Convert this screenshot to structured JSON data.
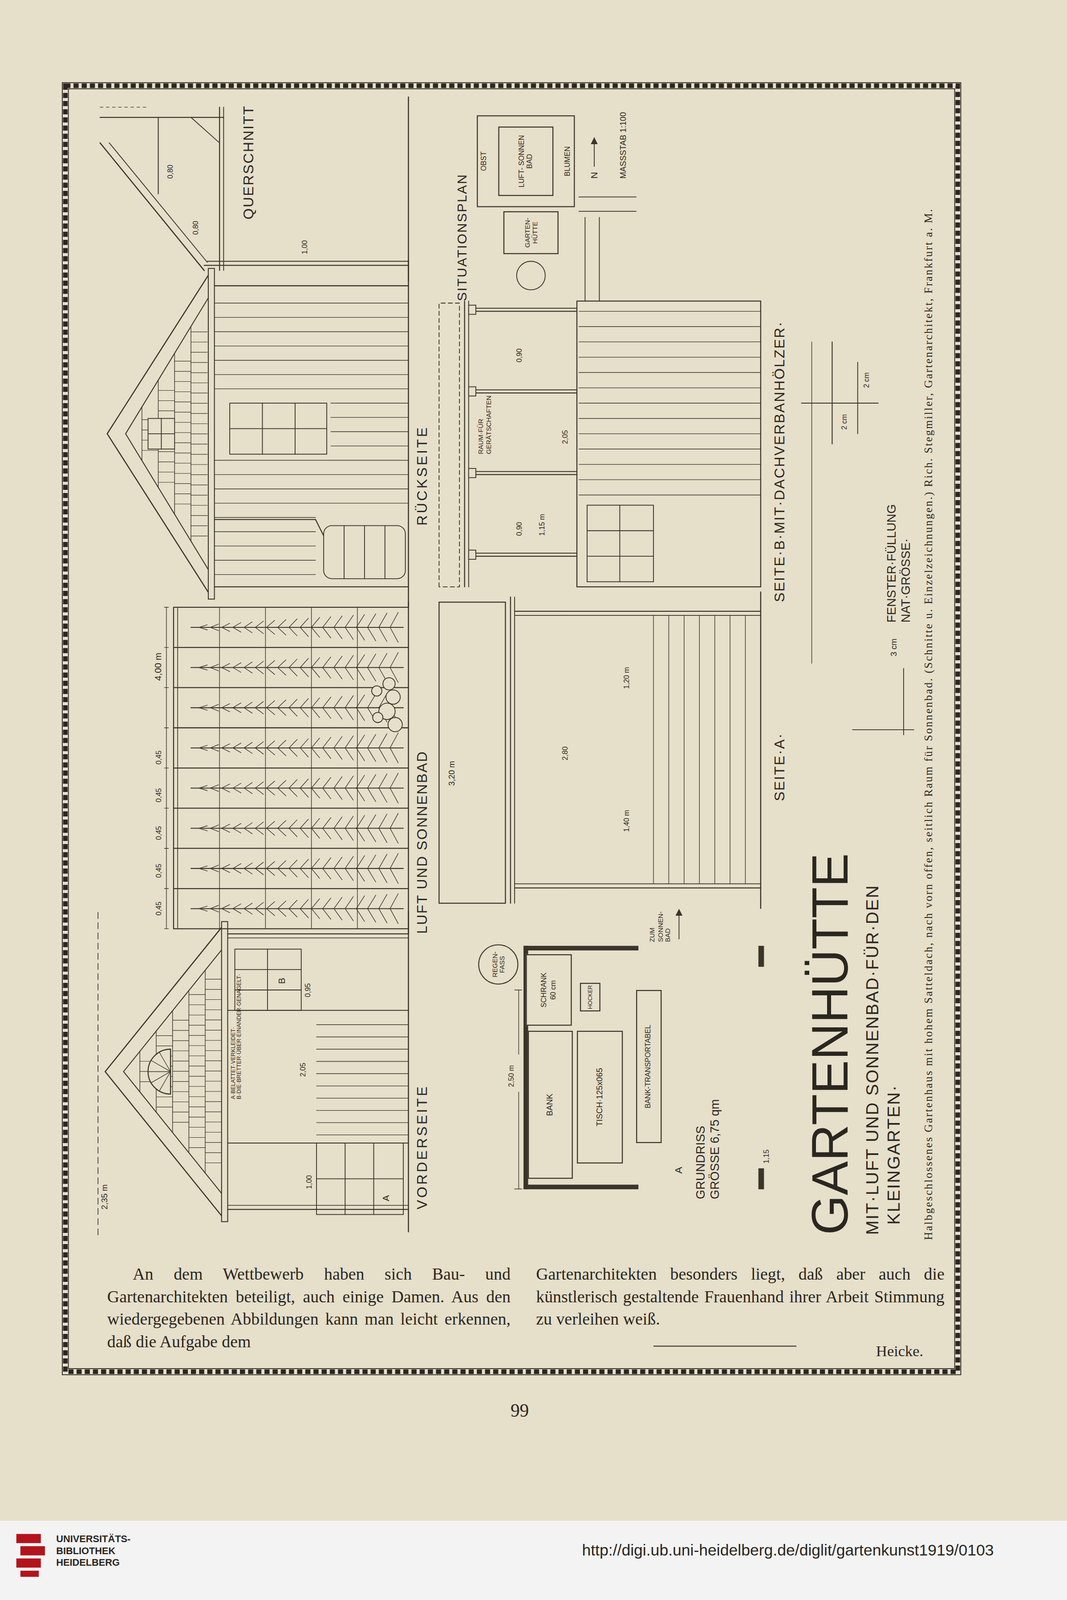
{
  "diagram": {
    "title": "GARTENHÜTTE",
    "caption": "Halbgeschlossenes Gartenhaus mit hohem Satteldach, nach vorn offen, seitlich Raum für Sonnenbad. (Schnitte u. Einzelzeichnungen.) Rich. Stegmiller, Gartenarchitekt, Frankfurt a. M.",
    "nodes": [
      {
        "text": [
          "REGEN- FASS"
        ]
      },
      {
        "text": [
          "SCHRANK",
          "60 cm"
        ]
      },
      {
        "text": [
          "HOCKER"
        ]
      },
      {
        "text": [
          "BANK"
        ]
      },
      {
        "text": [
          "TISCH·125x065"
        ]
      },
      {
        "text": [
          "BANK-TRANSPORTABEL"
        ]
      },
      {
        "text": [
          "OBST",
          "BLUMEN"
        ]
      },
      {
        "text": [
          "LUFT- SONNEN BAD"
        ],
        "in": 6
      },
      {
        "text": [
          "GARTEN- HÜTTE"
        ]
      }
    ],
    "labels": [
      "VORDERSEITE",
      "A·BELATTET·VERKLEIDET· B·DIE·BRETTER·ÜBER·EINANDER·GENAGELT·",
      "A",
      "B",
      "2,05",
      "1,00",
      "0,95",
      "2,35 m",
      "0,45",
      "0,45",
      "0,45",
      "0,45",
      "0,45",
      "4,00 m",
      "LUFT UND SONNENBAD",
      "RÜCKSEITE",
      "0,80",
      "0,80",
      "1,00",
      "QUERSCHNITT",
      "SITUATIONSPLAN",
      "N",
      "MASSSTAB 1:100",
      "3,20 m",
      "RAUM·FÜR GERÄTSCHAFTEN",
      "2,05",
      "0,90",
      "0,90",
      "1,15 m",
      "SEITE·B·MIT·DACHVERBANHÖLZER·",
      "2,80",
      "1,20 m",
      "1,40 m",
      "SEITE·A·",
      "2,50 m",
      "1,15",
      "A",
      "GRUNDRISS GRÖSSE 6,75 qm",
      "ZUM SONNEN- BAD",
      "MIT·LUFT UND SONNENBAD·FÜR·DEN",
      "KLEINGARTEN·",
      "FENSTER·FÜLLUNG NAT·GRÖSSE·",
      "3 cm",
      "2 cm",
      "2 cm",
      "An dem Wettbewerb haben sich Bau- und Gartenarchitekten beteiligt, auch einige Damen. Aus den wiedergegebenen Abbildungen kann man leicht erkennen, daß die Aufgabe dem",
      "Gartenarchitekten besonders liegt, daß aber auch die künstlerisch gestaltende Frauenhand ihrer Arbeit Stimmung zu verleihen weiß.",
      "Heicke.",
      "99",
      "UNIVERSITÄTS- BIBLIOTHEK HEIDELBERG",
      "http://digi.ub.uni-heidelberg.de/diglit/gartenkunst1919/0103"
    ]
  }
}
